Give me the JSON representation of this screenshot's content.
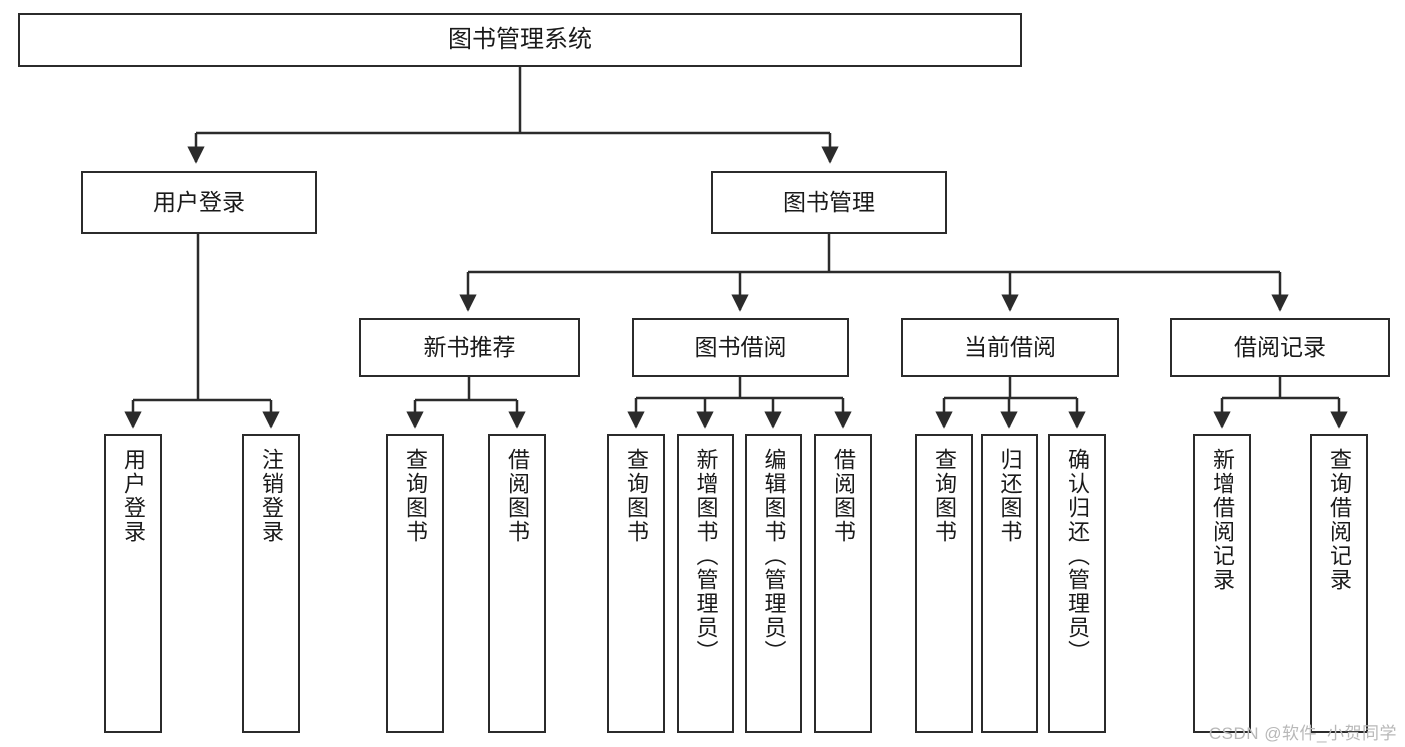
{
  "diagram": {
    "type": "tree-hierarchy-flowchart",
    "title": "图书管理系统",
    "watermark": "CSDN @软件_小贺同学",
    "colors": {
      "box_border": "#2b2b2b",
      "box_fill": "#ffffff",
      "connector": "#2b2b2b",
      "background": "#ffffff",
      "watermark": "#b8b8b8"
    },
    "levels": {
      "root": {
        "label": "图书管理系统"
      },
      "level2": [
        {
          "label": "用户登录"
        },
        {
          "label": "图书管理"
        }
      ],
      "level3": [
        {
          "label": "新书推荐"
        },
        {
          "label": "图书借阅"
        },
        {
          "label": "当前借阅"
        },
        {
          "label": "借阅记录"
        }
      ],
      "leaves": {
        "user_login": [
          {
            "label": "用户登录"
          },
          {
            "label": "注销登录"
          }
        ],
        "new_book_recommend": [
          {
            "label": "查询图书"
          },
          {
            "label": "借阅图书"
          }
        ],
        "book_borrow": [
          {
            "label": "查询图书"
          },
          {
            "label": "新增图书（管理员）"
          },
          {
            "label": "编辑图书（管理员）"
          },
          {
            "label": "借阅图书"
          }
        ],
        "current_borrow": [
          {
            "label": "查询图书"
          },
          {
            "label": "归还图书"
          },
          {
            "label": "确认归还（管理员）"
          }
        ],
        "borrow_record": [
          {
            "label": "新增借阅记录"
          },
          {
            "label": "查询借阅记录"
          }
        ]
      }
    }
  }
}
